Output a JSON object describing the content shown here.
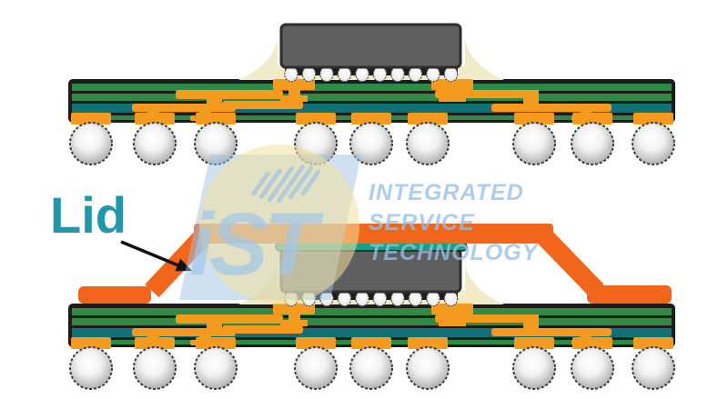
{
  "diagram": {
    "label_lid": "Lid",
    "packages": [
      {
        "id": "top",
        "has_lid": false,
        "solder_balls": 9,
        "micro_bumps": 10
      },
      {
        "id": "bottom",
        "has_lid": true,
        "solder_balls": 9,
        "micro_bumps": 10
      }
    ]
  },
  "watermark": {
    "logo_text": "iST",
    "line1": "INTEGRATED",
    "line2": "SERVICE",
    "line3": "TECHNOLOGY"
  },
  "colors": {
    "copper_orange": "#F49A1E",
    "lid_orange": "#F2661C",
    "substrate_green": "#2F8A48",
    "substrate_teal": "#117076",
    "outline_black": "#1C1C1C",
    "die_gray": "#5F5F5F",
    "die_border": "#2E2E2E",
    "underfill_cream": "#F0EBC8",
    "tim_teal": "#1B9E86",
    "ball_gray": "#C9C9C9",
    "label_teal": "#2397AA",
    "watermark_blue": "#BAD3EB",
    "watermark_cream": "#F6E9B9",
    "arrow_black": "#111111"
  }
}
